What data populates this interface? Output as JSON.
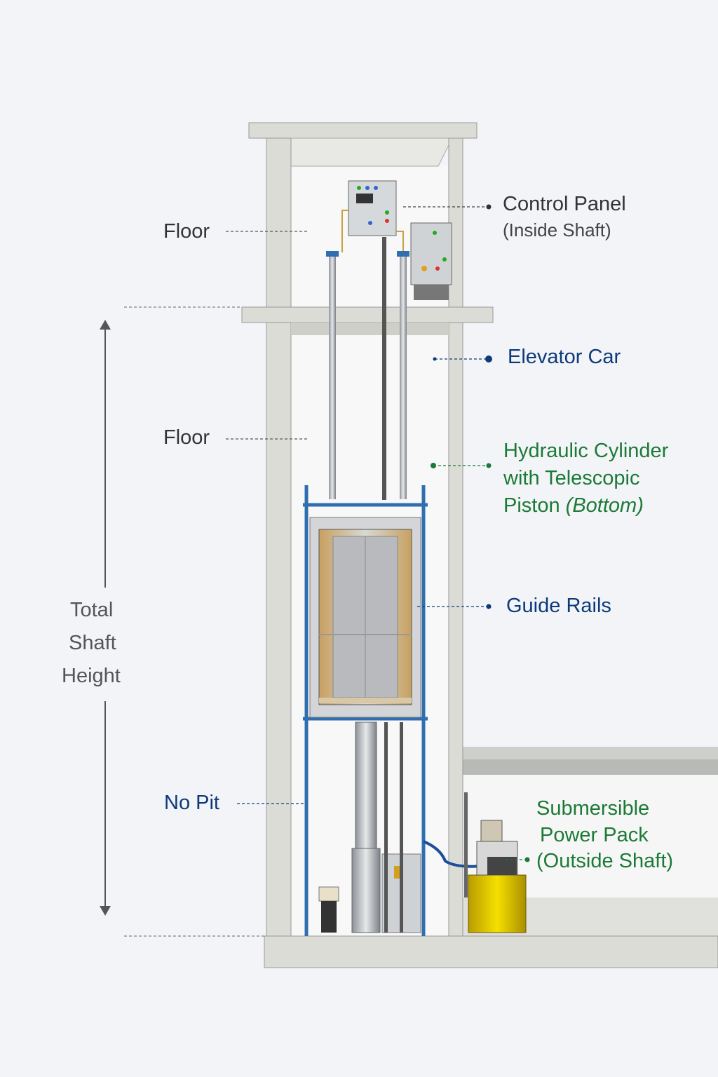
{
  "labels": {
    "floor_upper": "Floor",
    "floor_middle": "Floor",
    "control_panel": "Control Panel",
    "control_panel_sub": "(Inside Shaft)",
    "elevator_car": "Elevator Car",
    "hydraulic_line1": "Hydraulic Cylinder",
    "hydraulic_line2": "with Telescopic",
    "hydraulic_line3": "Piston ",
    "hydraulic_line3_italic": "(Bottom)",
    "guide_rails": "Guide Rails",
    "no_pit": "No Pit",
    "power_pack_line1": "Submersible",
    "power_pack_line2": "Power Pack",
    "power_pack_line3": "(Outside Shaft)",
    "height_line1": "Total",
    "height_line2": "Shaft",
    "height_line3": "Height"
  },
  "colors": {
    "background": "#f3f4f8",
    "concrete": "#dcdcd6",
    "label_blue": "#0d3a7a",
    "label_green": "#1c7a36",
    "rail_blue": "#2f6fb0",
    "power_pack_yellow": "#e4c800"
  }
}
